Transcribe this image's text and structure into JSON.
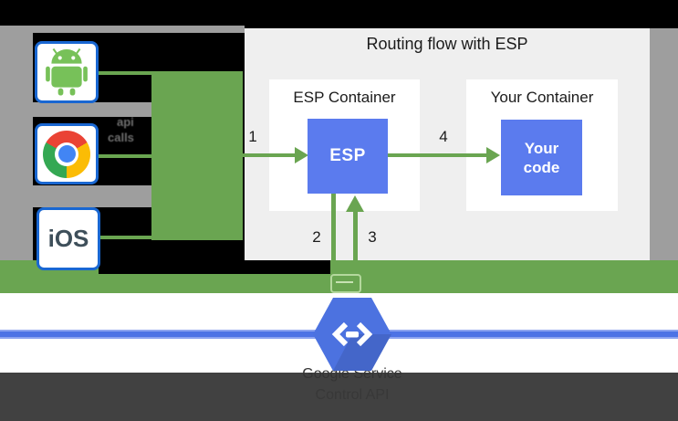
{
  "diagram": {
    "title": "Routing flow with ESP",
    "clients": {
      "ios_label": "iOS"
    },
    "request_label": {
      "line1": "api",
      "line2": "calls"
    },
    "esp_container": {
      "title": "ESP Container",
      "box_label": "ESP"
    },
    "your_container": {
      "title": "Your Container",
      "box_line1": "Your",
      "box_line2": "code"
    },
    "steps": {
      "s1": "1",
      "s2": "2",
      "s3": "3",
      "s4": "4"
    },
    "service": {
      "line1": "Google Service",
      "line2": "Control API"
    },
    "colors": {
      "green": "#6aa551",
      "backdrop_gray": "#9e9e9e",
      "panel_gray": "#efefef",
      "esp_blue": "#5b7bee",
      "hexagon_blue": "#4c72e0",
      "line_blue": "#4d73e5",
      "client_border_blue": "#1967d2",
      "dark_bar": "#414141"
    }
  }
}
